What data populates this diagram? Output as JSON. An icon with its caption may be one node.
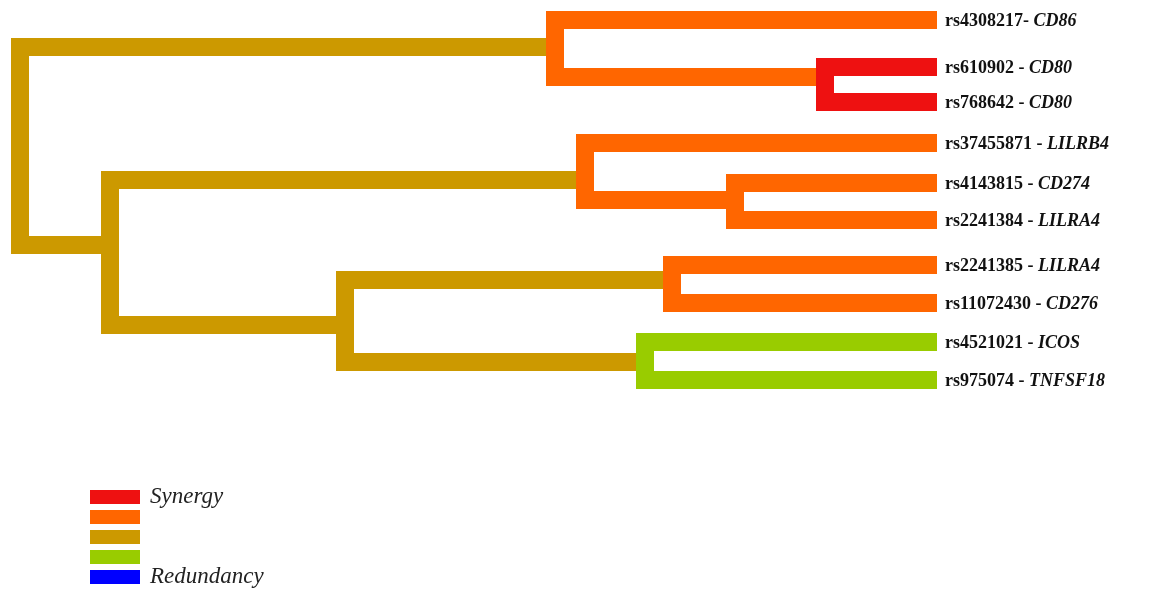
{
  "diagram": {
    "labels": [
      "rs4308217- *CD86*",
      "rs610902 - *CD80*",
      "rs768642 - *CD80*",
      "rs37455871 - *LILRB4*",
      "rs4143815 - *CD274*",
      "rs2241384 - *LILRA4*",
      "rs2241385 - *LILRA4*",
      "rs11072430 - *CD276*",
      "rs4521021 - *ICOS*",
      "rs975074 - *TNFSF18*"
    ],
    "legend": [
      {
        "text": "Synergy",
        "color": "#ee1111"
      },
      {
        "text": "Redundancy",
        "color": "#0000ff"
      }
    ]
  }
}
